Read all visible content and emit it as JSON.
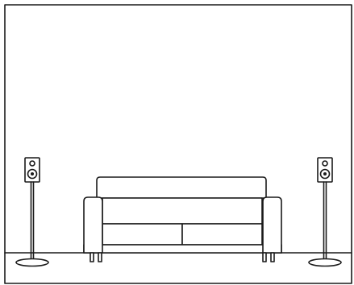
{
  "scene": {
    "room": {
      "has_ceiling": false,
      "has_floor_line": true
    },
    "speakers": [
      {
        "id": "left",
        "icon": "speaker-on-stand-icon"
      },
      {
        "id": "right",
        "icon": "speaker-on-stand-icon"
      }
    ],
    "sofa": {
      "icon": "sofa-icon",
      "seat_cushions": 2
    },
    "colors": {
      "line": "#1a1a1a",
      "background": "#ffffff"
    }
  }
}
